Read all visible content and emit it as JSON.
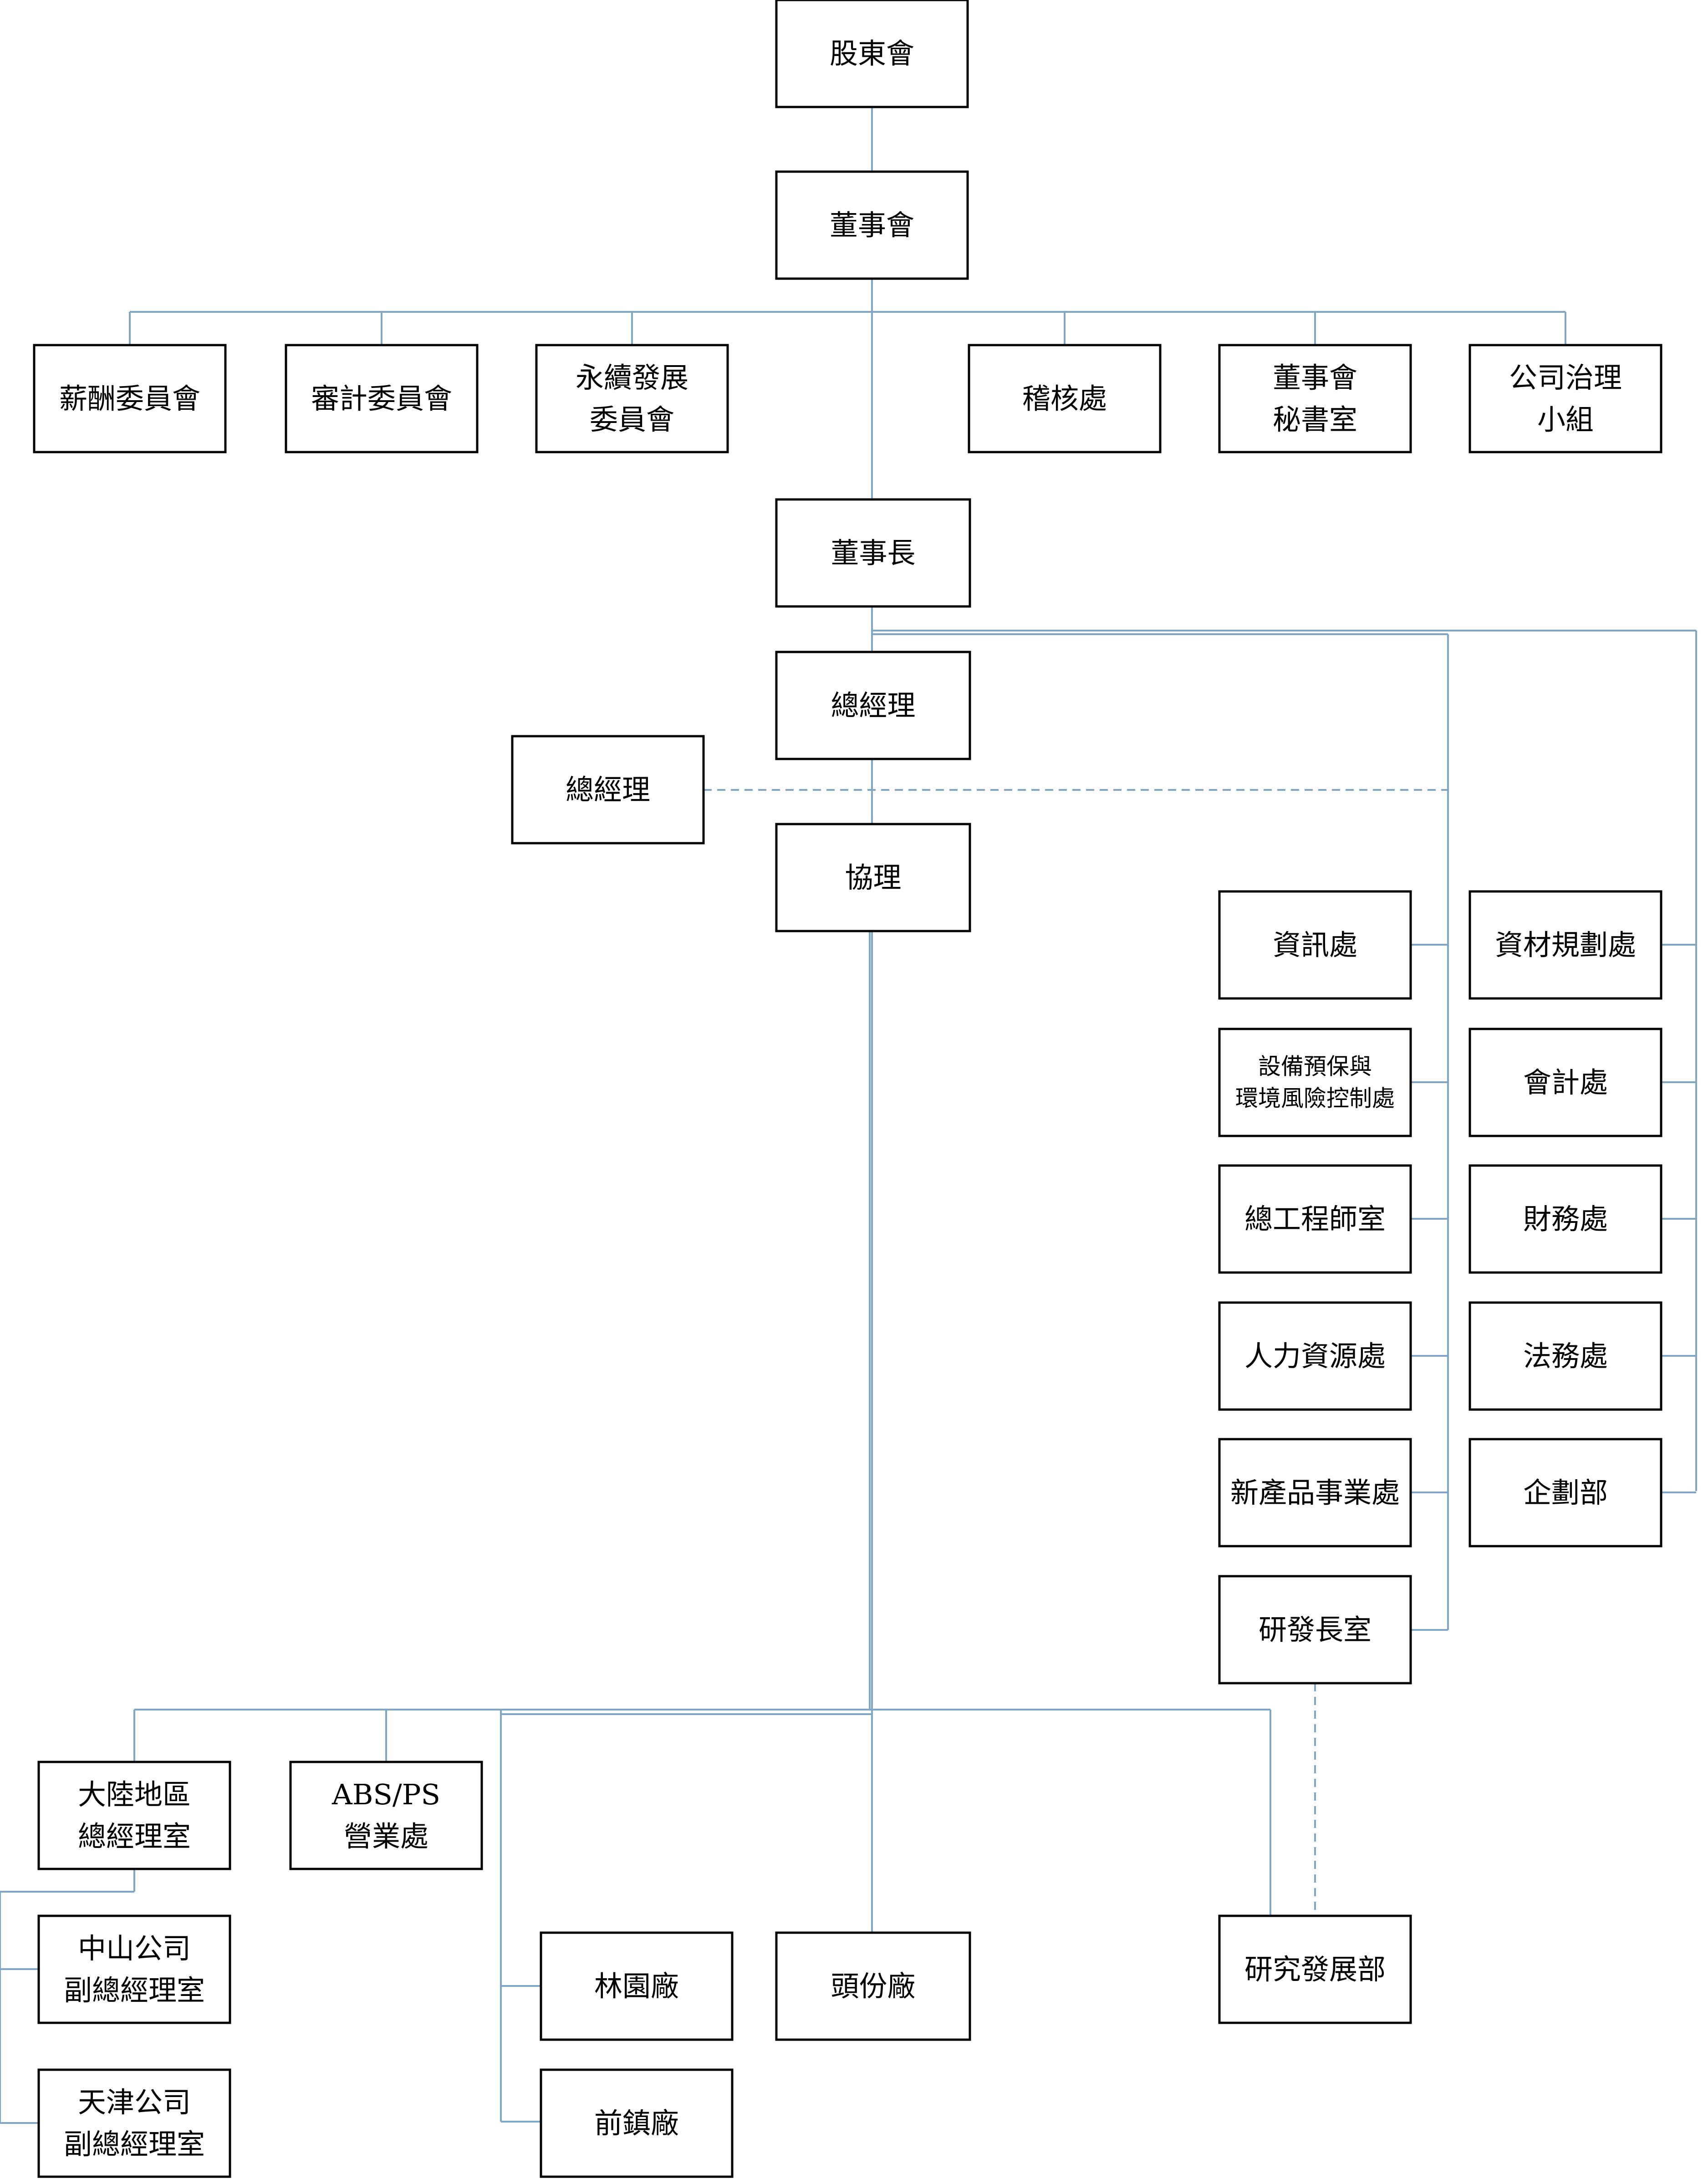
{
  "org_chart": {
    "colors": {
      "line": "#7ea6c8",
      "box_border": "#000000",
      "text": "#000000",
      "background": "#ffffff"
    },
    "nodes": {
      "shareholders": [
        "股東會"
      ],
      "board": [
        "董事會"
      ],
      "compensation_committee": [
        "薪酬委員會"
      ],
      "audit_committee": [
        "審計委員會"
      ],
      "sustainability_committee": [
        "永續發展",
        "委員會"
      ],
      "internal_audit": [
        "稽核處"
      ],
      "board_secretariat": [
        "董事會",
        "秘書室"
      ],
      "governance_team": [
        "公司治理",
        "小組"
      ],
      "chairman": [
        "董事長"
      ],
      "general_manager": [
        "總經理"
      ],
      "general_manager_2": [
        "總經理"
      ],
      "assistant_gm": [
        "協理"
      ],
      "it_dept": [
        "資訊處"
      ],
      "materials_planning": [
        "資材規劃處"
      ],
      "equipment_env_risk": [
        "設備預保與",
        "環境風險控制處"
      ],
      "accounting": [
        "會計處"
      ],
      "chief_engineer_office": [
        "總工程師室"
      ],
      "finance": [
        "財務處"
      ],
      "human_resources": [
        "人力資源處"
      ],
      "legal": [
        "法務處"
      ],
      "new_products": [
        "新產品事業處"
      ],
      "planning": [
        "企劃部"
      ],
      "cto_office": [
        "研發長室"
      ],
      "china_gm_office": [
        "大陸地區",
        "總經理室"
      ],
      "abs_ps_sales": [
        "ABS/PS",
        "營業處"
      ],
      "zhongshan_office": [
        "中山公司",
        "副總經理室"
      ],
      "tianjin_office": [
        "天津公司",
        "副總經理室"
      ],
      "linyuan_plant": [
        "林園廠"
      ],
      "toufen_plant": [
        "頭份廠"
      ],
      "qianzhen_plant": [
        "前鎮廠"
      ],
      "rd_dept": [
        "研究發展部"
      ]
    }
  }
}
